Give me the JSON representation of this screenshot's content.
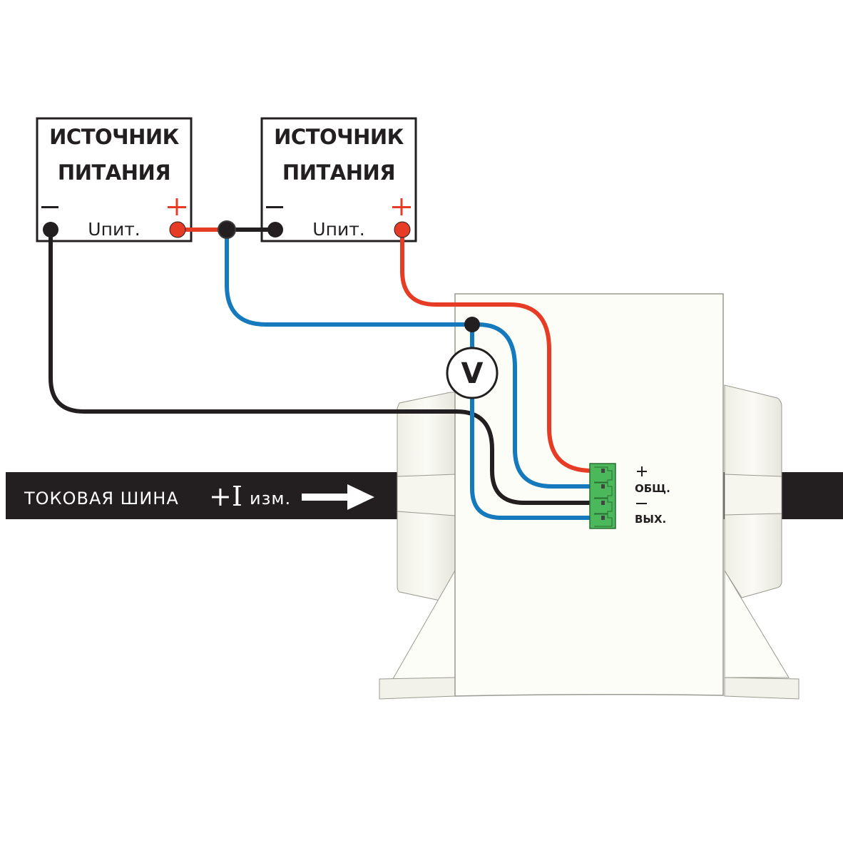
{
  "diagram": {
    "power_supplies": [
      {
        "title_line1": "ИСТОЧНИК",
        "title_line2": "ПИТАНИЯ",
        "minus_label": "—",
        "plus_label": "+",
        "voltage_label": "Uпит."
      },
      {
        "title_line1": "ИСТОЧНИК",
        "title_line2": "ПИТАНИЯ",
        "minus_label": "—",
        "plus_label": "+",
        "voltage_label": "Uпит."
      }
    ],
    "voltmeter": {
      "label": "V"
    },
    "bus_bar": {
      "label": "ТОКОВАЯ ШИНА",
      "current_prefix": "+I",
      "current_suffix": "изм."
    },
    "connector_pins": [
      {
        "label": "+",
        "wire": "red"
      },
      {
        "label": "ОБЩ.",
        "wire": "blue"
      },
      {
        "label": "—",
        "wire": "black"
      },
      {
        "label": "ВЫХ.",
        "wire": "blue"
      }
    ],
    "colors": {
      "red_wire": "#e63c26",
      "blue_wire": "#1479bd",
      "black_wire": "#231f20",
      "connector_green": "#4cb85c",
      "device_body": "#fdfdf8",
      "bus_bar": "#231f20"
    }
  }
}
